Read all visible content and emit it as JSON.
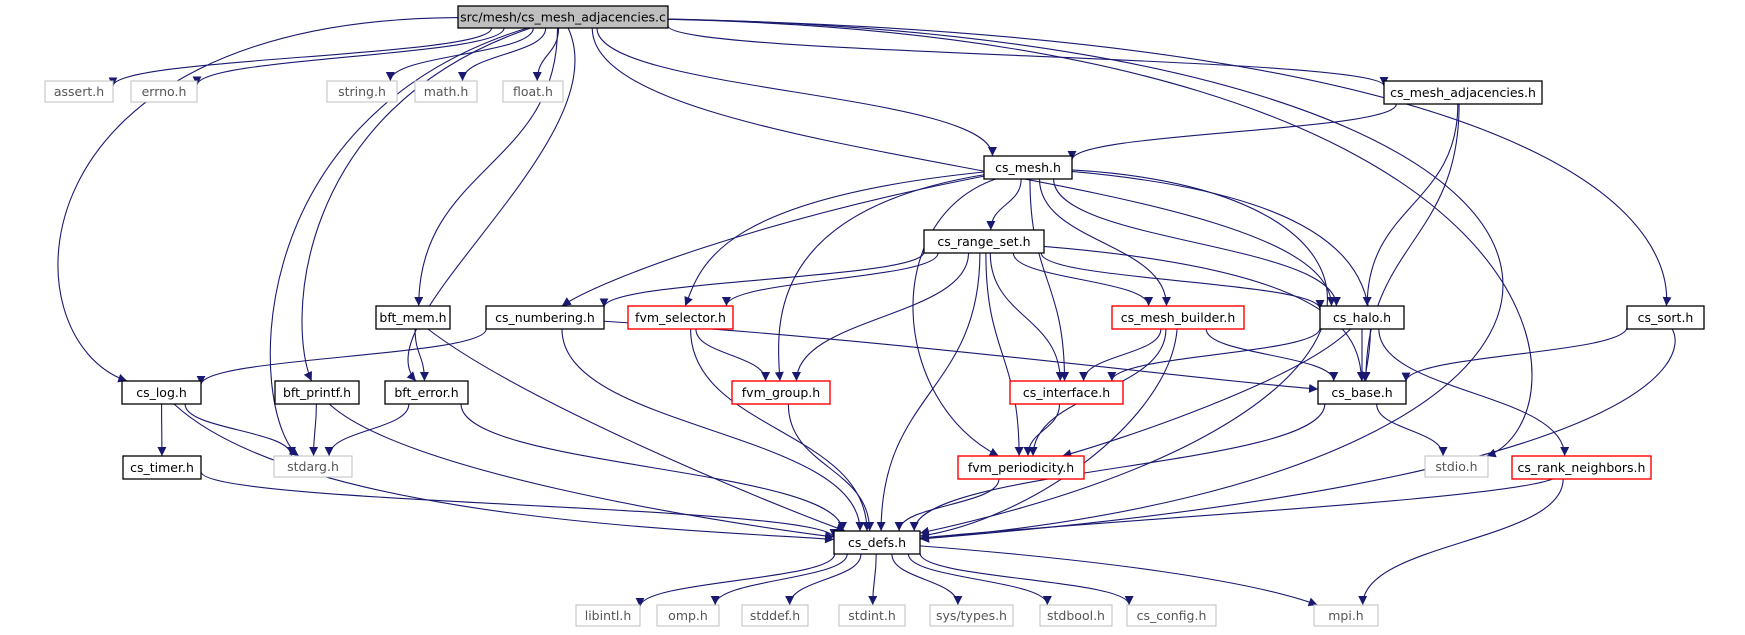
{
  "graph": {
    "colors": {
      "edge": "#191970",
      "border_normal": "#000000",
      "border_red": "#ff0000",
      "border_gray": "#bfbfbf",
      "fill_root": "#bfbfbf",
      "fill": "#ffffff",
      "text": "#000000"
    },
    "nodes": {
      "root": {
        "label": "src/mesh/cs_mesh_adjacencies.c",
        "style": "root"
      },
      "assert": {
        "label": "assert.h",
        "style": "gray"
      },
      "errno": {
        "label": "errno.h",
        "style": "gray"
      },
      "string": {
        "label": "string.h",
        "style": "gray"
      },
      "math": {
        "label": "math.h",
        "style": "gray"
      },
      "float": {
        "label": "float.h",
        "style": "gray"
      },
      "adj_h": {
        "label": "cs_mesh_adjacencies.h",
        "style": "normal"
      },
      "mesh": {
        "label": "cs_mesh.h",
        "style": "normal"
      },
      "range_set": {
        "label": "cs_range_set.h",
        "style": "normal"
      },
      "bft_mem": {
        "label": "bft_mem.h",
        "style": "normal"
      },
      "numbering": {
        "label": "cs_numbering.h",
        "style": "normal"
      },
      "fvm_selector": {
        "label": "fvm_selector.h",
        "style": "red"
      },
      "mesh_builder": {
        "label": "cs_mesh_builder.h",
        "style": "red"
      },
      "halo": {
        "label": "cs_halo.h",
        "style": "normal"
      },
      "sort": {
        "label": "cs_sort.h",
        "style": "normal"
      },
      "log": {
        "label": "cs_log.h",
        "style": "normal"
      },
      "bft_printf": {
        "label": "bft_printf.h",
        "style": "normal"
      },
      "bft_error": {
        "label": "bft_error.h",
        "style": "normal"
      },
      "fvm_group": {
        "label": "fvm_group.h",
        "style": "red"
      },
      "interface": {
        "label": "cs_interface.h",
        "style": "red"
      },
      "base": {
        "label": "cs_base.h",
        "style": "normal"
      },
      "timer": {
        "label": "cs_timer.h",
        "style": "normal"
      },
      "stdarg": {
        "label": "stdarg.h",
        "style": "gray"
      },
      "fvm_periodicity": {
        "label": "fvm_periodicity.h",
        "style": "red"
      },
      "stdio": {
        "label": "stdio.h",
        "style": "gray"
      },
      "rank_neighbors": {
        "label": "cs_rank_neighbors.h",
        "style": "red"
      },
      "defs": {
        "label": "cs_defs.h",
        "style": "normal"
      },
      "libintl": {
        "label": "libintl.h",
        "style": "gray"
      },
      "omp": {
        "label": "omp.h",
        "style": "gray"
      },
      "stddef": {
        "label": "stddef.h",
        "style": "gray"
      },
      "stdint": {
        "label": "stdint.h",
        "style": "gray"
      },
      "sys_types": {
        "label": "sys/types.h",
        "style": "gray"
      },
      "stdbool": {
        "label": "stdbool.h",
        "style": "gray"
      },
      "config": {
        "label": "cs_config.h",
        "style": "gray"
      },
      "mpi": {
        "label": "mpi.h",
        "style": "gray"
      }
    },
    "edges": [
      [
        "root",
        "assert"
      ],
      [
        "root",
        "errno"
      ],
      [
        "root",
        "string"
      ],
      [
        "root",
        "math"
      ],
      [
        "root",
        "float"
      ],
      [
        "root",
        "adj_h"
      ],
      [
        "root",
        "mesh"
      ],
      [
        "root",
        "bft_mem"
      ],
      [
        "root",
        "bft_printf"
      ],
      [
        "root",
        "bft_error"
      ],
      [
        "root",
        "log"
      ],
      [
        "root",
        "stdarg"
      ],
      [
        "root",
        "halo"
      ],
      [
        "root",
        "stdio"
      ],
      [
        "root",
        "sort"
      ],
      [
        "root",
        "defs"
      ],
      [
        "adj_h",
        "mesh"
      ],
      [
        "adj_h",
        "halo"
      ],
      [
        "adj_h",
        "base"
      ],
      [
        "mesh",
        "range_set"
      ],
      [
        "mesh",
        "numbering"
      ],
      [
        "mesh",
        "fvm_selector"
      ],
      [
        "mesh",
        "fvm_group"
      ],
      [
        "mesh",
        "mesh_builder"
      ],
      [
        "mesh",
        "interface"
      ],
      [
        "mesh",
        "halo"
      ],
      [
        "mesh",
        "base"
      ],
      [
        "mesh",
        "fvm_periodicity"
      ],
      [
        "mesh",
        "defs"
      ],
      [
        "range_set",
        "numbering"
      ],
      [
        "range_set",
        "fvm_selector"
      ],
      [
        "range_set",
        "fvm_group"
      ],
      [
        "range_set",
        "mesh_builder"
      ],
      [
        "range_set",
        "interface"
      ],
      [
        "range_set",
        "halo"
      ],
      [
        "range_set",
        "base"
      ],
      [
        "range_set",
        "fvm_periodicity"
      ],
      [
        "range_set",
        "defs"
      ],
      [
        "bft_mem",
        "bft_error"
      ],
      [
        "bft_mem",
        "defs"
      ],
      [
        "numbering",
        "log"
      ],
      [
        "numbering",
        "base"
      ],
      [
        "numbering",
        "defs"
      ],
      [
        "fvm_selector",
        "fvm_group"
      ],
      [
        "fvm_selector",
        "defs"
      ],
      [
        "mesh_builder",
        "interface"
      ],
      [
        "mesh_builder",
        "base"
      ],
      [
        "mesh_builder",
        "fvm_periodicity"
      ],
      [
        "mesh_builder",
        "defs"
      ],
      [
        "halo",
        "interface"
      ],
      [
        "halo",
        "base"
      ],
      [
        "halo",
        "fvm_periodicity"
      ],
      [
        "halo",
        "rank_neighbors"
      ],
      [
        "sort",
        "base"
      ],
      [
        "sort",
        "defs"
      ],
      [
        "log",
        "timer"
      ],
      [
        "log",
        "stdarg"
      ],
      [
        "log",
        "defs"
      ],
      [
        "bft_printf",
        "stdarg"
      ],
      [
        "bft_printf",
        "defs"
      ],
      [
        "bft_error",
        "stdarg"
      ],
      [
        "bft_error",
        "defs"
      ],
      [
        "fvm_group",
        "defs"
      ],
      [
        "interface",
        "fvm_periodicity"
      ],
      [
        "base",
        "stdio"
      ],
      [
        "base",
        "defs"
      ],
      [
        "timer",
        "defs"
      ],
      [
        "fvm_periodicity",
        "defs"
      ],
      [
        "rank_neighbors",
        "defs"
      ],
      [
        "rank_neighbors",
        "mpi"
      ],
      [
        "defs",
        "libintl"
      ],
      [
        "defs",
        "omp"
      ],
      [
        "defs",
        "stddef"
      ],
      [
        "defs",
        "stdint"
      ],
      [
        "defs",
        "sys_types"
      ],
      [
        "defs",
        "stdbool"
      ],
      [
        "defs",
        "config"
      ],
      [
        "defs",
        "mpi"
      ]
    ]
  }
}
